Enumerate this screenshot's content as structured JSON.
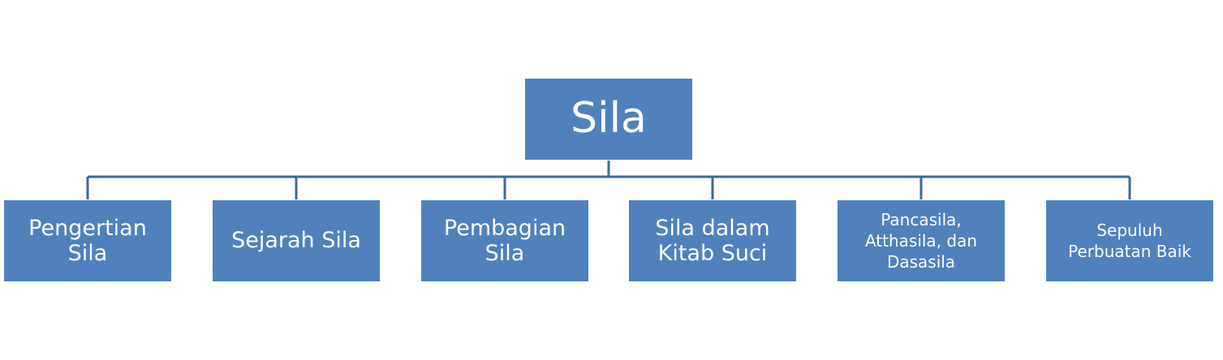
{
  "diagram": {
    "root": {
      "label": "Sila"
    },
    "children": [
      {
        "label": "Pengertian Sila"
      },
      {
        "label": "Sejarah Sila"
      },
      {
        "label": "Pembagian Sila"
      },
      {
        "label": "Sila dalam Kitab Suci"
      },
      {
        "label": "Pancasila, Atthasila, dan Dasasila"
      },
      {
        "label": "Sepuluh Perbuatan Baik"
      }
    ],
    "colors": {
      "node_fill": "#4f81bd",
      "connector": "#3c6a94",
      "text": "#ffffff"
    }
  }
}
